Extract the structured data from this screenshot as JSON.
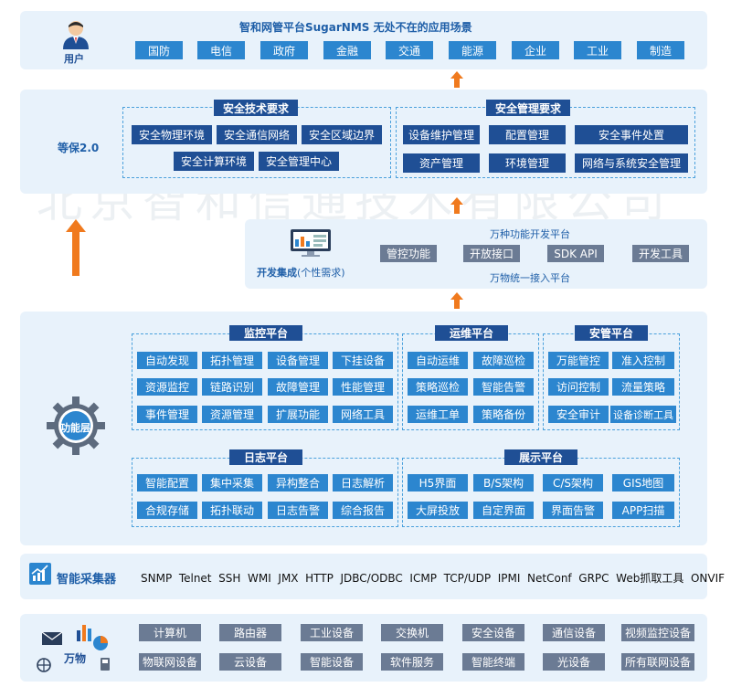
{
  "user": {
    "label": "用户",
    "title": "智和网管平台SugarNMS 无处不在的应用场景",
    "items": [
      "国防",
      "电信",
      "政府",
      "金融",
      "交通",
      "能源",
      "企业",
      "工业",
      "制造"
    ]
  },
  "dengbao": {
    "label": "等保2.0",
    "tech_title": "安全技术要求",
    "tech_items": [
      "安全物理环境",
      "安全通信网络",
      "安全区域边界",
      "安全计算环境",
      "安全管理中心"
    ],
    "mgmt_title": "安全管理要求",
    "mgmt_items": [
      "设备维护管理",
      "配置管理",
      "安全事件处置",
      "资产管理",
      "环境管理",
      "网络与系统安全管理"
    ]
  },
  "dev": {
    "label": "开发集成",
    "label_suffix": "(个性需求)",
    "top_text": "万种功能开发平台",
    "bottom_text": "万物统一接入平台",
    "items": [
      "管控功能",
      "开放接口",
      "SDK API",
      "开发工具"
    ]
  },
  "func": {
    "label": "功能层",
    "monitor_title": "监控平台",
    "monitor_items": [
      "自动发现",
      "拓扑管理",
      "设备管理",
      "下挂设备",
      "资源监控",
      "链路识别",
      "故障管理",
      "性能管理",
      "事件管理",
      "资源管理",
      "扩展功能",
      "网络工具"
    ],
    "ops_title": "运维平台",
    "ops_items": [
      "自动运维",
      "故障巡检",
      "策略巡检",
      "智能告警",
      "运维工单",
      "策略备份"
    ],
    "sec_title": "安管平台",
    "sec_items": [
      "万能管控",
      "准入控制",
      "访问控制",
      "流量策略",
      "安全审计",
      "设备诊断工具"
    ],
    "log_title": "日志平台",
    "log_items": [
      "智能配置",
      "集中采集",
      "异构整合",
      "日志解析",
      "合规存储",
      "拓扑联动",
      "日志告警",
      "综合报告"
    ],
    "show_title": "展示平台",
    "show_items": [
      "H5界面",
      "B/S架构",
      "C/S架构",
      "GIS地图",
      "大屏投放",
      "自定界面",
      "界面告警",
      "APP扫描"
    ]
  },
  "collector": {
    "label": "智能采集器",
    "protocols": "SNMP  Telnet  SSH  WMI  JMX  HTTP  JDBC/ODBC  ICMP  TCP/UDP  IPMI  NetConf  GRPC  Web抓取工具  ONVIF"
  },
  "things": {
    "label": "万物",
    "items": [
      "计算机",
      "路由器",
      "工业设备",
      "交换机",
      "安全设备",
      "通信设备",
      "视频监控设备",
      "物联网设备",
      "云设备",
      "智能设备",
      "软件服务",
      "智能终端",
      "光设备",
      "所有联网设备"
    ]
  },
  "watermark": "北京智和信通技术有限公司",
  "colors": {
    "panel": "#e8f2fb",
    "chip_blue": "#2c86cf",
    "chip_navy": "#1f4f95",
    "chip_gray": "#6b7b94",
    "arrow": "#f07a1e",
    "dashed": "#4aa0dc",
    "label": "#1f5fa8"
  }
}
